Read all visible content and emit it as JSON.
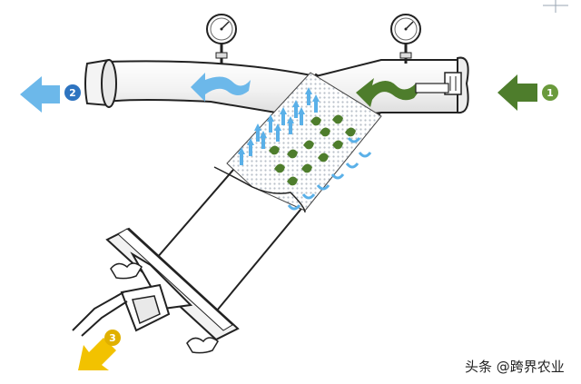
{
  "diagram": {
    "labels": {
      "inlet_number": "1",
      "outlet_number": "2",
      "drain_number": "3"
    },
    "icons": {
      "inlet_arrow": "left-arrow-icon",
      "outlet_arrow": "left-arrow-icon",
      "drain_arrow": "down-left-arrow-icon",
      "gauge": "pressure-gauge-icon"
    },
    "colors": {
      "dirty_flow": "#4e7d2c",
      "clean_flow": "#5ab0e8",
      "drain_flow": "#f2c200",
      "inlet_badge": "#6a9a3c",
      "outlet_badge": "#2e74c0",
      "drain_badge": "#e0b000"
    }
  },
  "watermark": {
    "text": "头条 @跨界农业"
  }
}
